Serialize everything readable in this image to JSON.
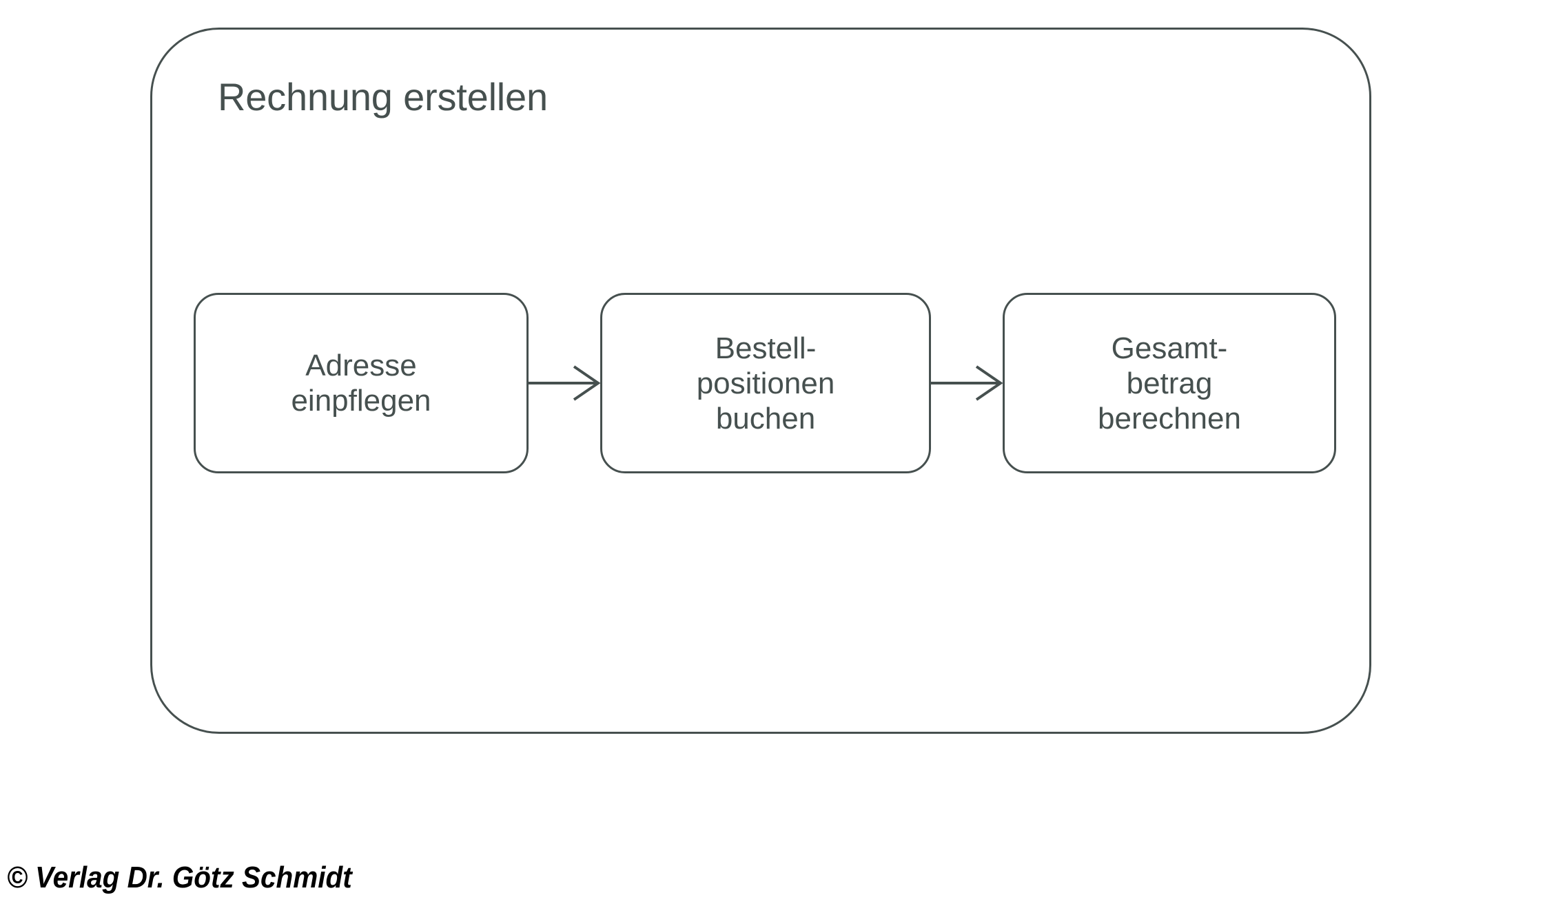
{
  "diagram": {
    "title": "Rechnung erstellen",
    "type": "process-flow",
    "orientation": "horizontal",
    "colors": {
      "stroke": "#46504f",
      "text": "#46504f",
      "background": "#ffffff",
      "footer_text": "#000000"
    },
    "steps": [
      {
        "id": "step-1",
        "label": "Adresse\neinpflegen",
        "order": 1
      },
      {
        "id": "step-2",
        "label": "Bestell-\npositionen\nbuchen",
        "order": 2
      },
      {
        "id": "step-3",
        "label": "Gesamt-\nbetrag\nberechnen",
        "order": 3
      }
    ],
    "connectors": [
      {
        "id": "arrow-1",
        "from": "step-1",
        "to": "step-2",
        "style": "open-arrow-right"
      },
      {
        "id": "arrow-2",
        "from": "step-2",
        "to": "step-3",
        "style": "open-arrow-right"
      }
    ]
  },
  "footer": {
    "copyright": "© Verlag Dr. Götz Schmidt"
  }
}
